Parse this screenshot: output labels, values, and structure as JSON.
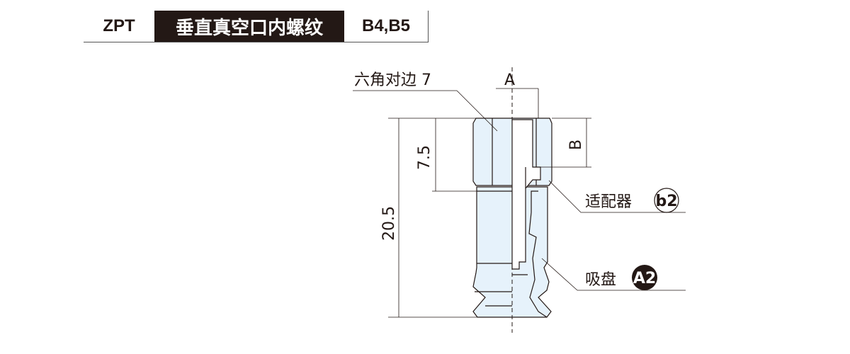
{
  "header": {
    "series": "ZPT",
    "title": "垂直真空口内螺纹",
    "sizes": "B4,B5"
  },
  "drawing": {
    "hex_label": "六角对边 7",
    "dim_A": "A",
    "dim_B": "B",
    "dim_75": "7.5",
    "dim_205": "20.5",
    "adapter_label": "适配器",
    "adapter_code": "b2",
    "pad_label": "吸盘",
    "pad_code": "A2",
    "fill_color": "#e6f2fb",
    "line_color": "#231815"
  }
}
